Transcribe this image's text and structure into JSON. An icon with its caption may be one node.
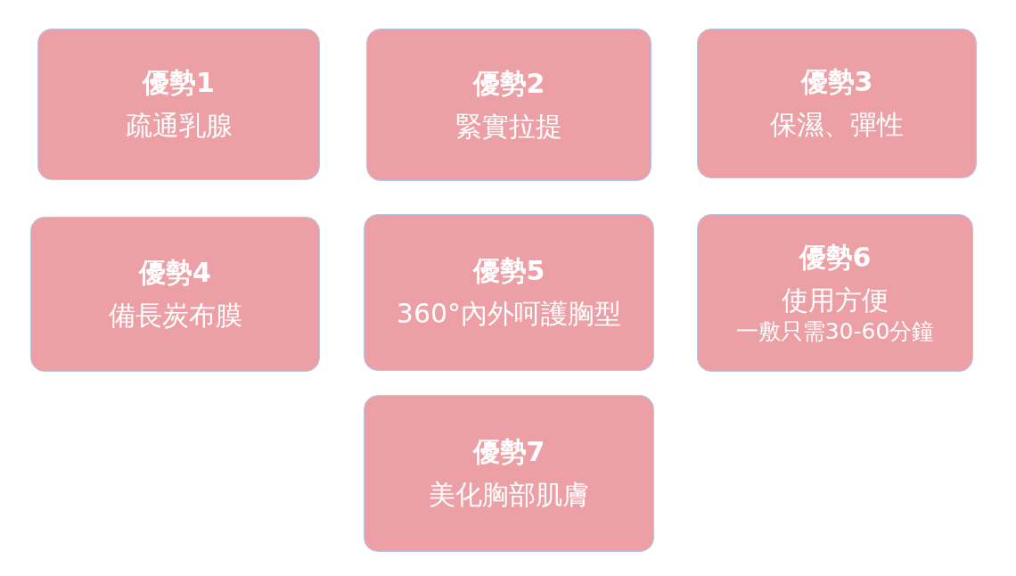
{
  "diagram": {
    "nodes": [
      {
        "text": [
          "優勢1",
          "疏通乳腺"
        ]
      },
      {
        "text": [
          "優勢2",
          "緊實拉提"
        ]
      },
      {
        "text": [
          "優勢3",
          "保濕、彈性"
        ]
      },
      {
        "text": [
          "優勢4",
          "備長炭布膜"
        ]
      },
      {
        "text": [
          "優勢5",
          "360°內外呵護胸型"
        ]
      },
      {
        "text": [
          "優勢6",
          "使用方便",
          "一敷只需30-60分鐘"
        ]
      },
      {
        "text": [
          "優勢7",
          "美化胸部肌膚"
        ]
      }
    ]
  }
}
